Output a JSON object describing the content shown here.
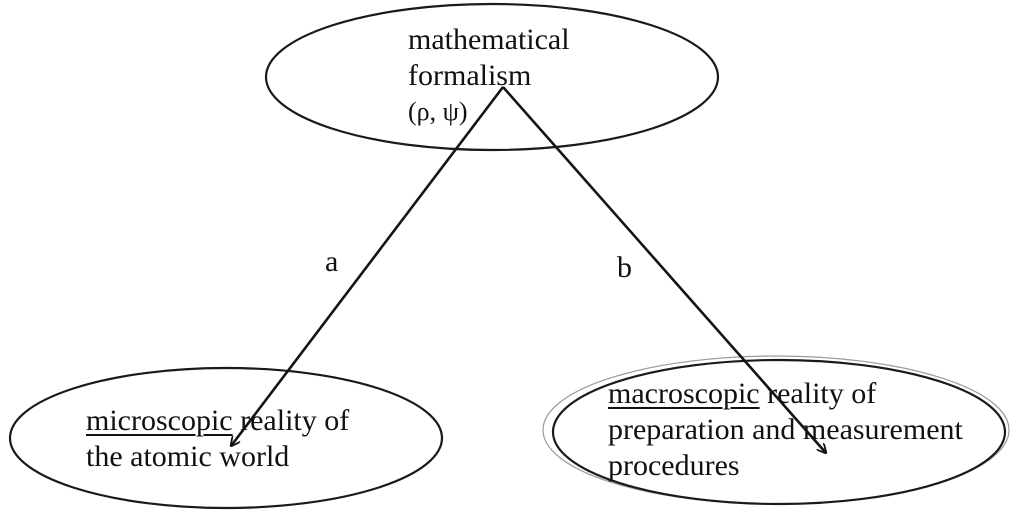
{
  "nodes": {
    "formalism": {
      "line1": "mathematical",
      "line2": "formalism",
      "line3": "(ρ, ψ)"
    },
    "micro": {
      "line1_underlined": "microscopic",
      "line1_rest": " reality of",
      "line2": "the atomic world"
    },
    "macro": {
      "line1_underlined": "macroscopic",
      "line1_rest": " reality of",
      "line2": "preparation and measurement",
      "line3": "procedures"
    }
  },
  "edges": {
    "a": {
      "label": "a",
      "from": "formalism",
      "to": "micro"
    },
    "b": {
      "label": "b",
      "from": "formalism",
      "to": "macro"
    }
  }
}
